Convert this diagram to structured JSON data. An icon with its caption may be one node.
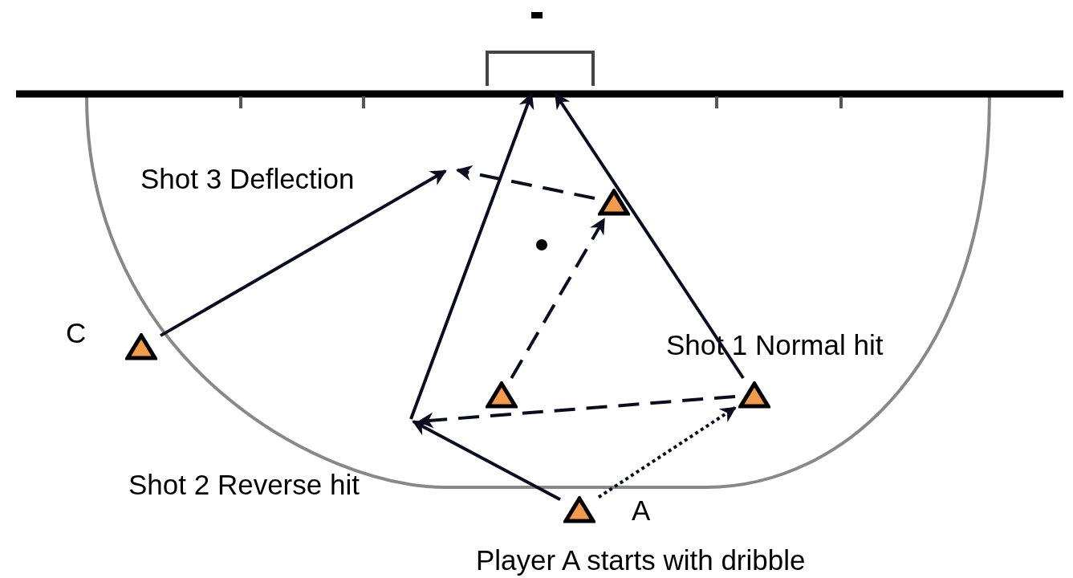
{
  "diagram": {
    "nodes": [
      {
        "text": [],
        "shape": "triangle"
      },
      {
        "text": [],
        "shape": "triangle",
        "beside": [
          "C"
        ]
      },
      {
        "text": [],
        "shape": "triangle"
      },
      {
        "text": [],
        "shape": "triangle"
      },
      {
        "text": [],
        "shape": "triangle",
        "beside": [
          "A"
        ]
      },
      {
        "text": [],
        "shape": "box"
      }
    ],
    "edges": [
      {
        "from": 1,
        "to": null,
        "arrow": "to"
      },
      {
        "from": 0,
        "to": null,
        "arrow": "to",
        "style": "dashed"
      },
      {
        "from": null,
        "to": 5,
        "arrow": "to"
      },
      {
        "from": 3,
        "to": 5,
        "arrow": "to"
      },
      {
        "from": 2,
        "to": 0,
        "arrow": "to",
        "style": "dashed"
      },
      {
        "from": 3,
        "to": null,
        "arrow": "to",
        "style": "dashed"
      },
      {
        "from": 4,
        "to": null,
        "arrow": "to"
      },
      {
        "from": 4,
        "to": 3,
        "arrow": "to",
        "style": "dashed"
      }
    ],
    "labels": [
      "Shot 3 Deflection",
      "Shot 1 Normal hit",
      "Shot 2 Reverse hit",
      "Player A starts with dribble"
    ]
  }
}
